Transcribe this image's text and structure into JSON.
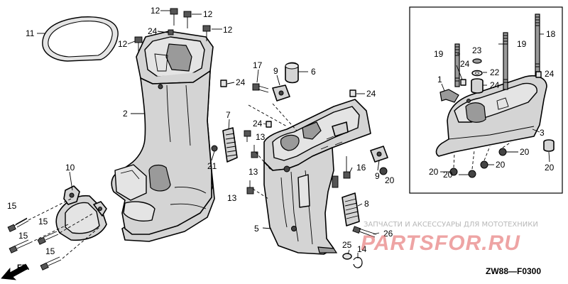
{
  "diagram": {
    "reference_code": "ZW88—F0300",
    "direction_label": "FR.",
    "watermark": {
      "tagline": "ЗАПЧАСТИ И АКСЕССУАРЫ ДЛЯ МОТОТЕХНИКИ",
      "brand": "PARTSFOR.RU"
    },
    "callouts": [
      {
        "id": "c12a",
        "text": "12"
      },
      {
        "id": "c12b",
        "text": "12"
      },
      {
        "id": "c12c",
        "text": "12"
      },
      {
        "id": "c12d",
        "text": "12"
      },
      {
        "id": "c24a",
        "text": "24"
      },
      {
        "id": "c11",
        "text": "11"
      },
      {
        "id": "c24b",
        "text": "24"
      },
      {
        "id": "c2",
        "text": "2"
      },
      {
        "id": "c10",
        "text": "10"
      },
      {
        "id": "c15a",
        "text": "15"
      },
      {
        "id": "c15b",
        "text": "15"
      },
      {
        "id": "c15c",
        "text": "15"
      },
      {
        "id": "c15d",
        "text": "15"
      },
      {
        "id": "c17",
        "text": "17"
      },
      {
        "id": "c9a",
        "text": "9"
      },
      {
        "id": "c6",
        "text": "6"
      },
      {
        "id": "c24c",
        "text": "24"
      },
      {
        "id": "c7",
        "text": "7"
      },
      {
        "id": "c24d",
        "text": "24"
      },
      {
        "id": "c13a",
        "text": "13"
      },
      {
        "id": "c13b",
        "text": "13"
      },
      {
        "id": "c21",
        "text": "21"
      },
      {
        "id": "c13c",
        "text": "13"
      },
      {
        "id": "c16",
        "text": "16"
      },
      {
        "id": "c9b",
        "text": "9"
      },
      {
        "id": "c20a",
        "text": "20"
      },
      {
        "id": "c8",
        "text": "8"
      },
      {
        "id": "c5",
        "text": "5"
      },
      {
        "id": "c26",
        "text": "26"
      },
      {
        "id": "c25",
        "text": "25"
      },
      {
        "id": "c14",
        "text": "14"
      },
      {
        "id": "c19a",
        "text": "19"
      },
      {
        "id": "c23",
        "text": "23"
      },
      {
        "id": "c19b",
        "text": "19"
      },
      {
        "id": "c18",
        "text": "18"
      },
      {
        "id": "c1",
        "text": "1"
      },
      {
        "id": "c24e",
        "text": "24"
      },
      {
        "id": "c22",
        "text": "22"
      },
      {
        "id": "c24f",
        "text": "24"
      },
      {
        "id": "c24g",
        "text": "24"
      },
      {
        "id": "c3",
        "text": "3"
      },
      {
        "id": "c20b",
        "text": "20"
      },
      {
        "id": "c20c",
        "text": "20"
      },
      {
        "id": "c20d",
        "text": "20"
      },
      {
        "id": "c20e",
        "text": "20"
      },
      {
        "id": "c20f",
        "text": "20"
      }
    ]
  }
}
